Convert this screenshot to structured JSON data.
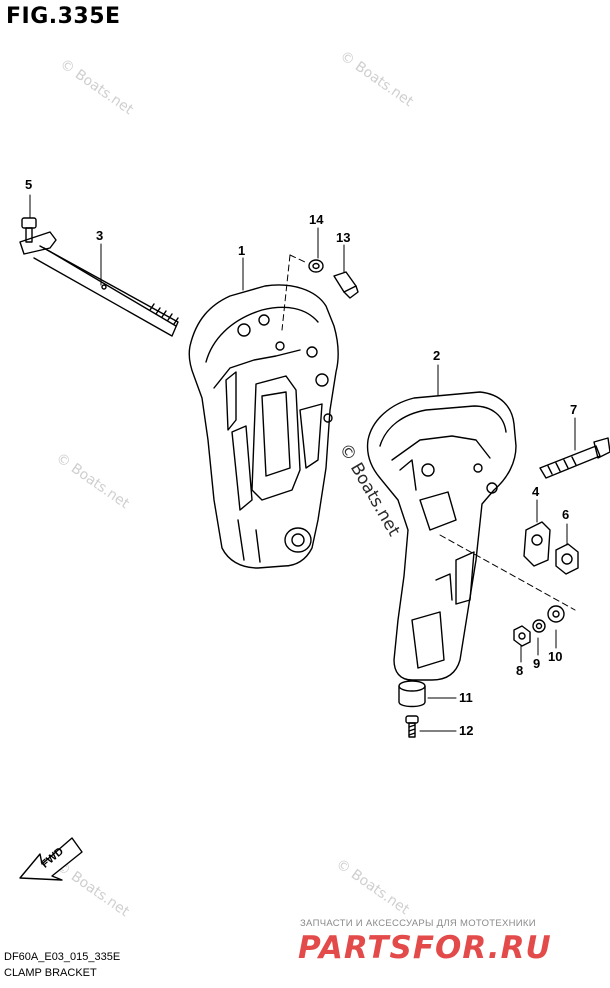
{
  "figure": {
    "title": "FIG.335E"
  },
  "callouts": [
    {
      "id": "5",
      "label": "5"
    },
    {
      "id": "3",
      "label": "3"
    },
    {
      "id": "1",
      "label": "1"
    },
    {
      "id": "14",
      "label": "14"
    },
    {
      "id": "13",
      "label": "13"
    },
    {
      "id": "2",
      "label": "2"
    },
    {
      "id": "7",
      "label": "7"
    },
    {
      "id": "4",
      "label": "4"
    },
    {
      "id": "6",
      "label": "6"
    },
    {
      "id": "8",
      "label": "8"
    },
    {
      "id": "9",
      "label": "9"
    },
    {
      "id": "10",
      "label": "10"
    },
    {
      "id": "11",
      "label": "11"
    },
    {
      "id": "12",
      "label": "12"
    }
  ],
  "arrow": {
    "label": "FWD"
  },
  "watermark": {
    "text": "© Boats.net"
  },
  "footer": {
    "code": "DF60A_E03_015_335E",
    "caption": "CLAMP BRACKET"
  },
  "shop": {
    "tagline": "ЗАПЧАСТИ И АКСЕССУАРЫ ДЛЯ МОТОТЕХНИКИ",
    "logo": "PARTSFOR.RU",
    "color": "#e34a4a"
  }
}
